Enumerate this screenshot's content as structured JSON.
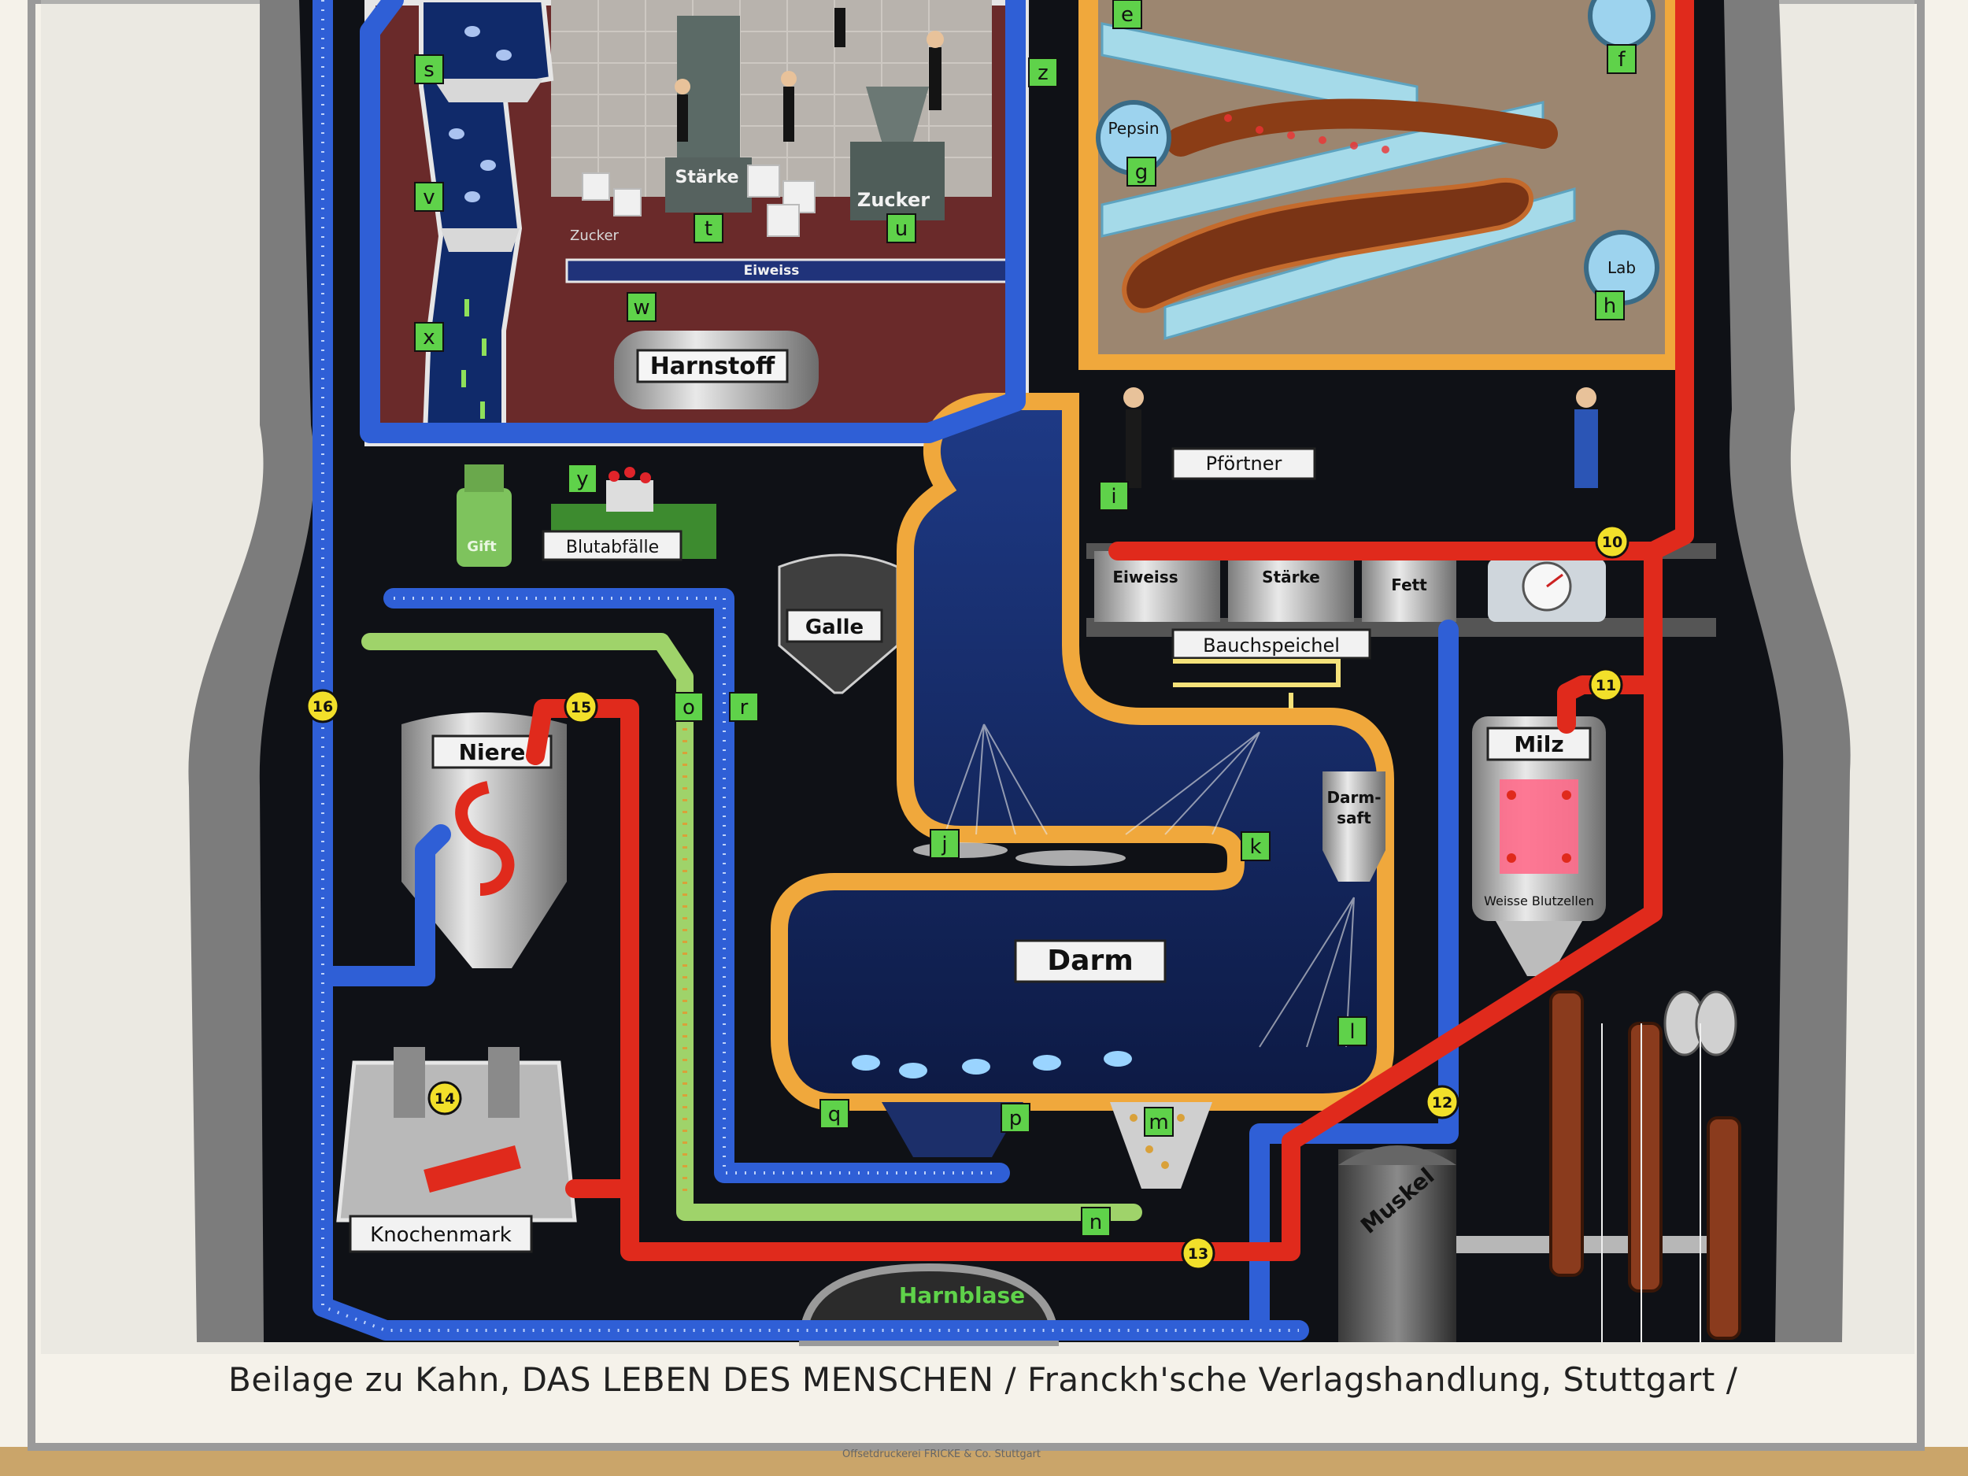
{
  "labels": {
    "letters": [
      {
        "id": "s",
        "text": "s"
      },
      {
        "id": "v",
        "text": "v"
      },
      {
        "id": "x",
        "text": "x"
      },
      {
        "id": "w",
        "text": "w"
      },
      {
        "id": "t",
        "text": "t"
      },
      {
        "id": "u",
        "text": "u"
      },
      {
        "id": "z",
        "text": "z"
      },
      {
        "id": "y",
        "text": "y"
      },
      {
        "id": "e",
        "text": "e"
      },
      {
        "id": "f",
        "text": "f"
      },
      {
        "id": "g",
        "text": "g"
      },
      {
        "id": "h",
        "text": "h"
      },
      {
        "id": "i",
        "text": "i"
      },
      {
        "id": "j",
        "text": "j"
      },
      {
        "id": "k",
        "text": "k"
      },
      {
        "id": "l",
        "text": "l"
      },
      {
        "id": "m",
        "text": "m"
      },
      {
        "id": "n",
        "text": "n"
      },
      {
        "id": "o",
        "text": "o"
      },
      {
        "id": "r",
        "text": "r"
      },
      {
        "id": "q",
        "text": "q"
      },
      {
        "id": "p",
        "text": "p"
      }
    ],
    "numbers": [
      {
        "id": "n10",
        "text": "10"
      },
      {
        "id": "n11",
        "text": "11"
      },
      {
        "id": "n12",
        "text": "12"
      },
      {
        "id": "n13",
        "text": "13"
      },
      {
        "id": "n14",
        "text": "14"
      },
      {
        "id": "n15",
        "text": "15"
      },
      {
        "id": "n16",
        "text": "16"
      }
    ],
    "staerke_top": "Stärke",
    "zucker_top": "Zucker",
    "zucker_small": "Zucker",
    "eiweiss_belt": "Eiweiss",
    "harnstoff": "Harnstoff",
    "gift": "Gift",
    "blutabfaelle": "Blutabfälle",
    "galle": "Galle",
    "niere": "Niere",
    "knochenmark": "Knochenmark",
    "harnblase": "Harnblase",
    "darm": "Darm",
    "darmsaft": [
      "Darm-",
      "saft"
    ],
    "milz": "Milz",
    "weisse_blutzellen": "Weisse Blutzellen",
    "muskel": "Muskel",
    "pepsin": "Pepsin",
    "lab": "Lab",
    "pfoertner": "Pförtner",
    "bauchspeichel": "Bauchspeichel",
    "tank_eiweiss": "Eiweiss",
    "tank_staerke": "Stärke",
    "tank_fett": "Fett"
  },
  "caption": {
    "prefix": "Beilage zu Kahn,",
    "title": "DAS LEBEN DES MENSCHEN",
    "publisher": "Franckh'sche Verlagshandlung, Stuttgart"
  },
  "printer": "Offsetdruckerei FRICKE & Co. Stuttgart",
  "colors": {
    "blue_pipe": "#2f5fd6",
    "red_pipe": "#e02a1c",
    "green_pipe": "#9fd36a",
    "label_green": "#5fd24a",
    "number_yellow": "#f2e02a",
    "body_black": "#0f1116",
    "stomach_orange": "#f0a83c"
  }
}
